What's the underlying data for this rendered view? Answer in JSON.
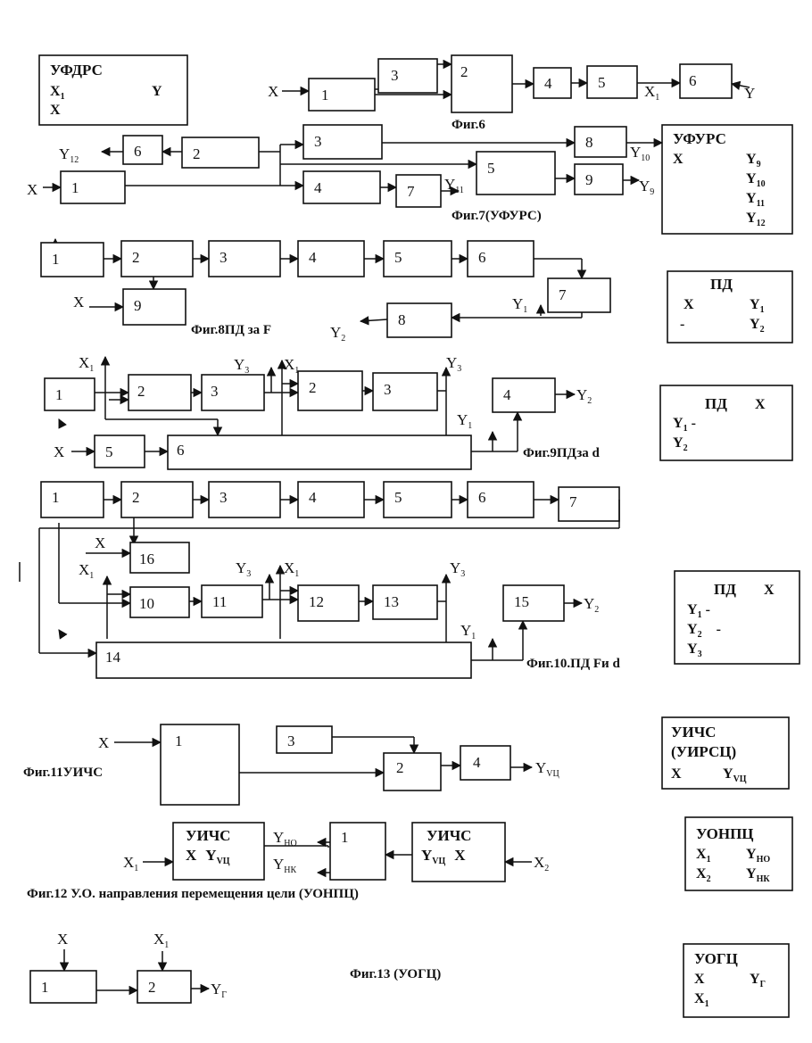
{
  "captions": {
    "fig6": "Фиг.6",
    "fig7": "Фиг.7(УФУРС)",
    "fig8": "Фиг.8ПД за F",
    "fig9": "Фиг.9ПДза d",
    "fig10": "Фиг.10.ПД Fи d",
    "fig11": "Фиг.11УИЧС",
    "fig12": "Фиг.12 У.О. направления перемещения цели (УОНПЦ)",
    "fig13": "Фиг.13 (УОГЦ)"
  },
  "legends": {
    "ufdrs": {
      "title": "УФДРС",
      "x1": "X",
      "x1_sub": "1",
      "y": "Y",
      "x": "X"
    },
    "ufurs": {
      "title": "УФУРС",
      "x": "X",
      "rows": [
        {
          "base": "Y",
          "sub": "9"
        },
        {
          "base": "Y",
          "sub": "10"
        },
        {
          "base": "Y",
          "sub": "11"
        },
        {
          "base": "Y",
          "sub": "12"
        }
      ]
    },
    "pd8": {
      "title": "ПД",
      "x": "X",
      "dash": "-",
      "y1": "Y",
      "y1_sub": "1",
      "y2": "Y",
      "y2_sub": "2"
    },
    "pd9": {
      "title": "ПД",
      "x": "X",
      "y1": "Y",
      "y1_sub": "1",
      "dash": "-",
      "y2": "Y",
      "y2_sub": "2"
    },
    "pd10": {
      "title": "ПД",
      "x": "X",
      "y1": "Y",
      "y1_sub": "1",
      "dash1": "-",
      "y2": "Y",
      "y2_sub": "2",
      "dash2": "-",
      "y3": "Y",
      "y3_sub": "3"
    },
    "uichs": {
      "title": "УИЧС",
      "title2": "(УИРСЦ)",
      "x": "X",
      "y": "Y",
      "y_sub": "VЦ"
    },
    "uonpc": {
      "title": "УОНПЦ",
      "x1": "X",
      "x1_sub": "1",
      "x2": "X",
      "x2_sub": "2",
      "y1": "Y",
      "y1_sub": "НО",
      "y2": "Y",
      "y2_sub": "НК"
    },
    "uogc": {
      "title": "УОГЦ",
      "x": "X",
      "x1": "X",
      "x1_sub": "1",
      "y": "Y",
      "y_sub": "Г"
    }
  },
  "signals": {
    "x": "X",
    "y": "Y",
    "x1": "X",
    "x1_sub": "1",
    "x2": "X",
    "x2_sub": "2",
    "y1": "Y",
    "y1_sub": "1",
    "y2": "Y",
    "y2_sub": "2",
    "y3": "Y",
    "y3_sub": "3",
    "y9_sub": "9",
    "y10_sub": "10",
    "y11_sub": "11",
    "y12_sub": "12",
    "yvc_sub": "VЦ",
    "yno_sub": "НО",
    "ynk_sub": "НК",
    "yg_sub": "Г"
  },
  "blocks": {
    "b1": "1",
    "b2": "2",
    "b3": "3",
    "b4": "4",
    "b5": "5",
    "b6": "6",
    "b7": "7",
    "b8": "8",
    "b9": "9",
    "b10": "10",
    "b11": "11",
    "b12": "12",
    "b13": "13",
    "b14": "14",
    "b15": "15",
    "b16": "16",
    "uichs": "УИЧС"
  }
}
